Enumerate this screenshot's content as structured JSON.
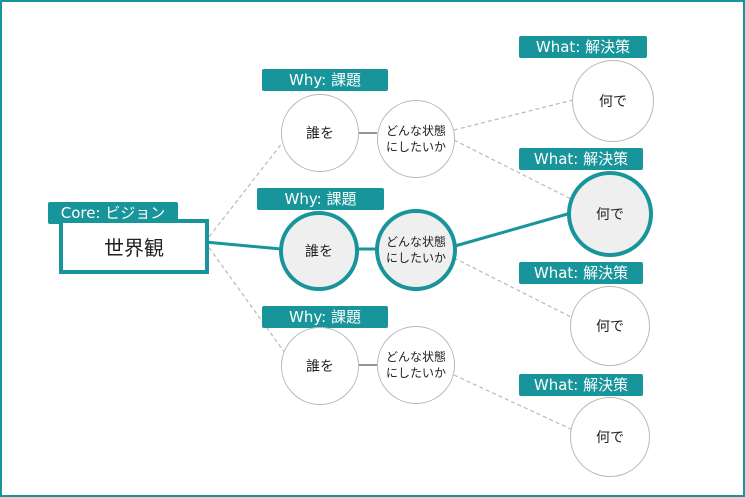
{
  "core": {
    "tag": "Core: ビジョン",
    "label": "世界観"
  },
  "branches": [
    {
      "tag": "Why: 課題",
      "who": "誰を",
      "state": "どんな状態\nにしたいか"
    },
    {
      "tag": "Why: 課題",
      "who": "誰を",
      "state": "どんな状態\nにしたいか"
    },
    {
      "tag": "Why: 課題",
      "who": "誰を",
      "state": "どんな状態\nにしたいか"
    }
  ],
  "solutions": [
    {
      "tag": "What: 解決策",
      "label": "何で"
    },
    {
      "tag": "What: 解決策",
      "label": "何で"
    },
    {
      "tag": "What: 解決策",
      "label": "何で"
    },
    {
      "tag": "What: 解決策",
      "label": "何で"
    }
  ],
  "colors": {
    "accent": "#17959b",
    "highlight_fill": "#efefef",
    "line": "#b9b9b9"
  }
}
